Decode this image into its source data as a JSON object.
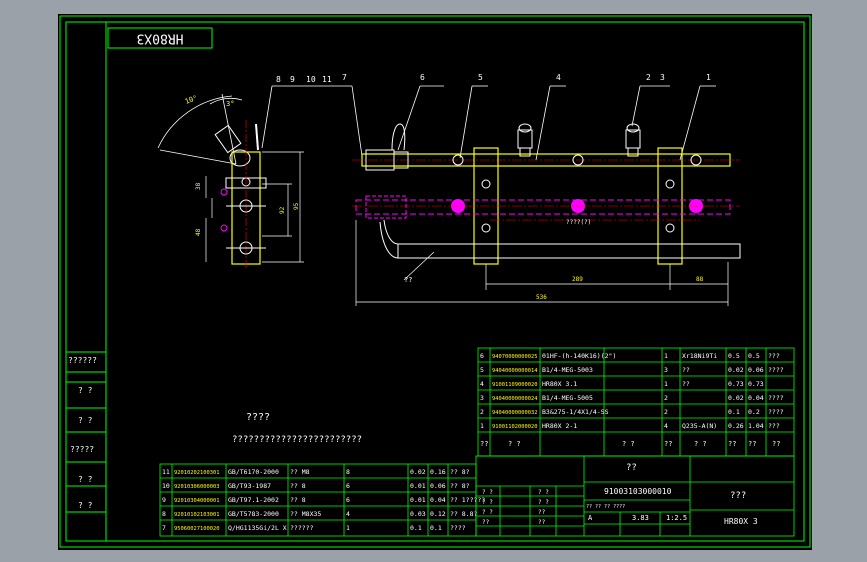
{
  "drawing": {
    "stamp_mirrored": "HR80X3",
    "balloons": [
      "8",
      "9",
      "10",
      "11",
      "7",
      "6",
      "5",
      "4",
      "2",
      "3",
      "1"
    ],
    "dims": {
      "angle_large": "10°",
      "angle_small": "3°",
      "left_v1": "38",
      "left_v2": "95",
      "left_v3": "92",
      "left_v4": "48",
      "bottom_289": "289",
      "bottom_88": "88",
      "bottom_total": "536",
      "leader_text": "??",
      "center_text": "????(?)"
    }
  },
  "notes": {
    "title": "????",
    "body": "????????????????????????"
  },
  "left_strip": [
    "??????",
    "? ?",
    "? ?",
    "?????",
    "? ?",
    "? ?"
  ],
  "parts_upper": [
    {
      "no": "6",
      "code": "94070000000025",
      "name": "01HF-(h-140K16)(2\")",
      "qty": "1",
      "mat": "Xr18Ni9Ti",
      "w1": "0.5",
      "w2": "0.5",
      "note": "???"
    },
    {
      "no": "5",
      "code": "94040000000014",
      "name": "B1/4-MEG-5003",
      "qty": "3",
      "mat": "??",
      "w1": "0.02",
      "w2": "0.06",
      "note": "????"
    },
    {
      "no": "4",
      "code": "91001109000020",
      "name": "HR80X 3.1",
      "qty": "1",
      "mat": "??",
      "w1": "0.73",
      "w2": "0.73",
      "note": ""
    },
    {
      "no": "3",
      "code": "94040000000024",
      "name": "B1/4-MEG-5005",
      "qty": "2",
      "mat": "",
      "w1": "0.02",
      "w2": "0.04",
      "note": "????"
    },
    {
      "no": "2",
      "code": "94040000000032",
      "name": "B3&275-1/4X1/4-SS",
      "qty": "2",
      "mat": "",
      "w1": "0.1",
      "w2": "0.2",
      "note": "????"
    },
    {
      "no": "1",
      "code": "91001102000020",
      "name": "HR80X 2-1",
      "qty": "4",
      "mat": "Q235-A(N)",
      "w1": "0.26",
      "w2": "1.04",
      "note": "???"
    }
  ],
  "parts_upper_header": [
    "??",
    "?  ?",
    "?  ?",
    "??",
    "?  ?",
    "??",
    "??",
    "??"
  ],
  "parts_lower": [
    {
      "no": "11",
      "code": "92010202100301",
      "name": "GB/T6170-2000",
      "desc": "?? M8",
      "qty": "8",
      "w1": "0.02",
      "w2": "0.16",
      "note": "?? 8?"
    },
    {
      "no": "10",
      "code": "92010306000003",
      "name": "GB/T93-1987",
      "desc": "?? 8",
      "qty": "6",
      "w1": "0.01",
      "w2": "0.06",
      "note": "?? 8?"
    },
    {
      "no": "9",
      "code": "92010304000001",
      "name": "GB/T97.1-2002",
      "desc": "?? 8",
      "qty": "6",
      "w1": "0.01",
      "w2": "0.04",
      "note": "?? 1?????"
    },
    {
      "no": "8",
      "code": "92010102103001",
      "name": "GB/T5783-2000",
      "desc": "?? M8X35",
      "qty": "4",
      "w1": "0.03",
      "w2": "0.12",
      "note": "?? 8.8?"
    },
    {
      "no": "7",
      "code": "95060027100020",
      "name": "Q/HG1135Gi/2L X",
      "desc": "??????",
      "qty": "1",
      "w1": "0.1",
      "w2": "0.1",
      "note": "????"
    }
  ],
  "title_block": {
    "name_top": "??",
    "drawing_no": "91003103000010",
    "name_right": "???",
    "code_right": "HR80X 3",
    "stage": "A",
    "weight": "3.83",
    "scale": "1:2.5",
    "small_labels": [
      "?? ?? ?? ????",
      "? ?",
      "? ?",
      "? ?",
      "? ?",
      "? ?",
      "??",
      "??",
      "??"
    ]
  },
  "colors": {
    "paper": "#000000",
    "frame": "#00ff00",
    "line": "#ffffff",
    "part": "#ffff00",
    "hidden": "#ff00ff",
    "dim": "#00bfff",
    "center": "#ff0000",
    "outer_bg": "#9aa1a8"
  }
}
